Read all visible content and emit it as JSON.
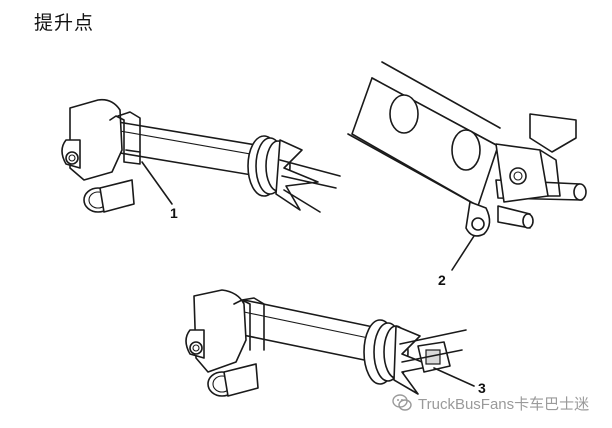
{
  "title": "提升点",
  "callouts": [
    {
      "label": "1"
    },
    {
      "label": "2"
    },
    {
      "label": "3"
    }
  ],
  "watermark": {
    "icon": "wechat-icon",
    "text": "TruckBusFans卡车巴士迷"
  }
}
